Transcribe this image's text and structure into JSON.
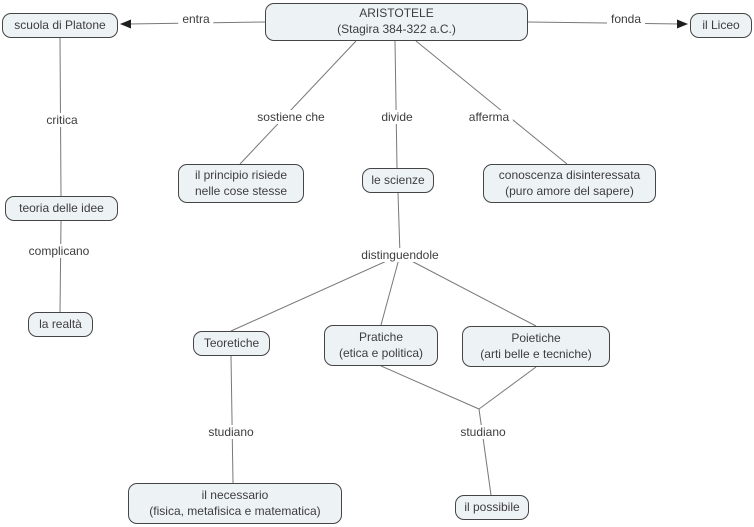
{
  "diagram": {
    "title_node": "ARISTOTELE",
    "nodes": {
      "aristotele": {
        "line1": "ARISTOTELE",
        "line2": "(Stagira 384-322 a.C.)"
      },
      "scuola_platone": {
        "label": "scuola di Platone"
      },
      "liceo": {
        "label": "il Liceo"
      },
      "principio": {
        "line1": "il principio risiede",
        "line2": "nelle cose stesse"
      },
      "scienze": {
        "label": "le scienze"
      },
      "conoscenza": {
        "line1": "conoscenza disinteressata",
        "line2": "(puro amore del sapere)"
      },
      "teoretiche": {
        "label": "Teoretiche"
      },
      "pratiche": {
        "line1": "Pratiche",
        "line2": "(etica e politica)"
      },
      "poietiche": {
        "line1": "Poietiche",
        "line2": "(arti belle e tecniche)"
      },
      "necessario": {
        "line1": "il necessario",
        "line2": "(fisica, metafisica e matematica)"
      },
      "possibile": {
        "label": "il possibile"
      },
      "teoria_idee": {
        "label": "teoria delle idee"
      },
      "realta": {
        "label": "la realtà"
      }
    },
    "link_labels": {
      "entra": "entra",
      "fonda": "fonda",
      "sostiene_che": "sostiene che",
      "divide": "divide",
      "afferma": "afferma",
      "distinguendole": "distinguendole",
      "critica": "critica",
      "complicano": "complicano",
      "studiano_left": "studiano",
      "studiano_right": "studiano"
    },
    "colors": {
      "canvas_bg": "#ffffff",
      "node_bg": "#edf2f5",
      "node_border": "#454545",
      "line": "#787878",
      "arrow": "#1f1f1f",
      "text": "#3d3d3d"
    }
  }
}
